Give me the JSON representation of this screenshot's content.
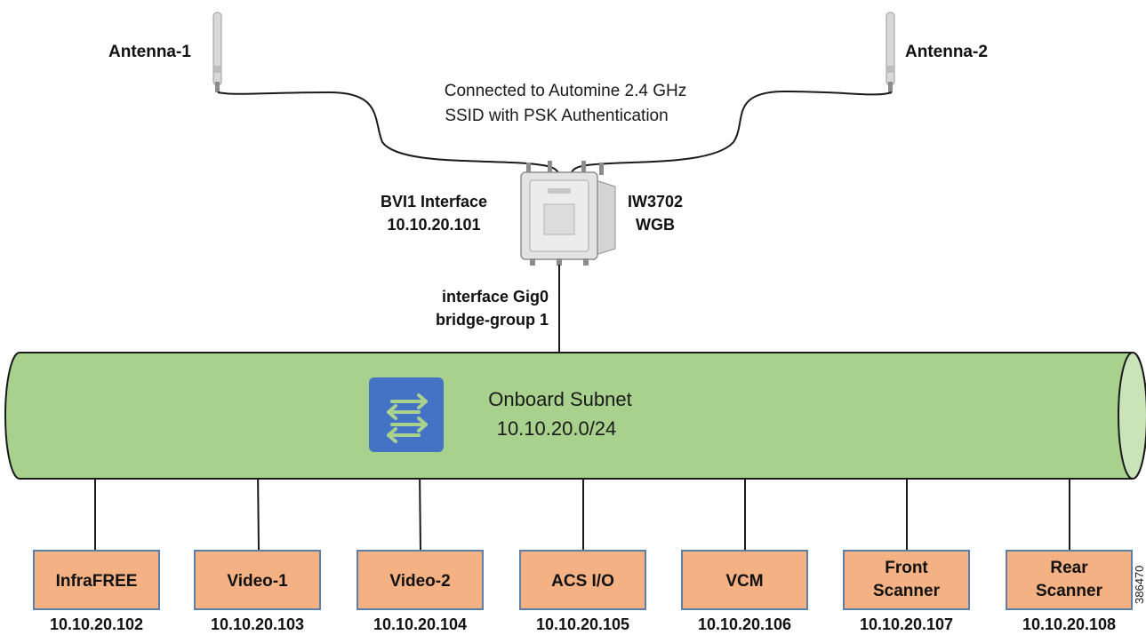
{
  "antennas": {
    "left_label": "Antenna-1",
    "right_label": "Antenna-2"
  },
  "wireless_connection": {
    "line1": "Connected to Automine 2.4 GHz",
    "line2": "SSID with PSK Authentication"
  },
  "access_point": {
    "bvi_line1": "BVI1 Interface",
    "bvi_line2": "10.10.20.101",
    "model_line1": "IW3702",
    "model_line2": "WGB",
    "uplink_line1": "interface Gig0",
    "uplink_line2": "bridge-group 1"
  },
  "subnet": {
    "name": "Onboard Subnet",
    "cidr": "10.10.20.0/24",
    "icon": "switch-arrows-icon"
  },
  "devices": [
    {
      "name": [
        "InfraFREE"
      ],
      "ip": "10.10.20.102"
    },
    {
      "name": [
        "Video-1"
      ],
      "ip": "10.10.20.103"
    },
    {
      "name": [
        "Video-2"
      ],
      "ip": "10.10.20.104"
    },
    {
      "name": [
        "ACS I/O"
      ],
      "ip": "10.10.20.105"
    },
    {
      "name": [
        "VCM"
      ],
      "ip": "10.10.20.106"
    },
    {
      "name": [
        "Front",
        "Scanner"
      ],
      "ip": "10.10.20.107"
    },
    {
      "name": [
        "Rear",
        "Scanner"
      ],
      "ip": "10.10.20.108"
    }
  ],
  "figure_id": "386470",
  "colors": {
    "subnet_fill": "#a9d18e",
    "device_fill": "#f4b183",
    "device_border": "#5b7fa8",
    "switch_icon": "#4472c4"
  }
}
